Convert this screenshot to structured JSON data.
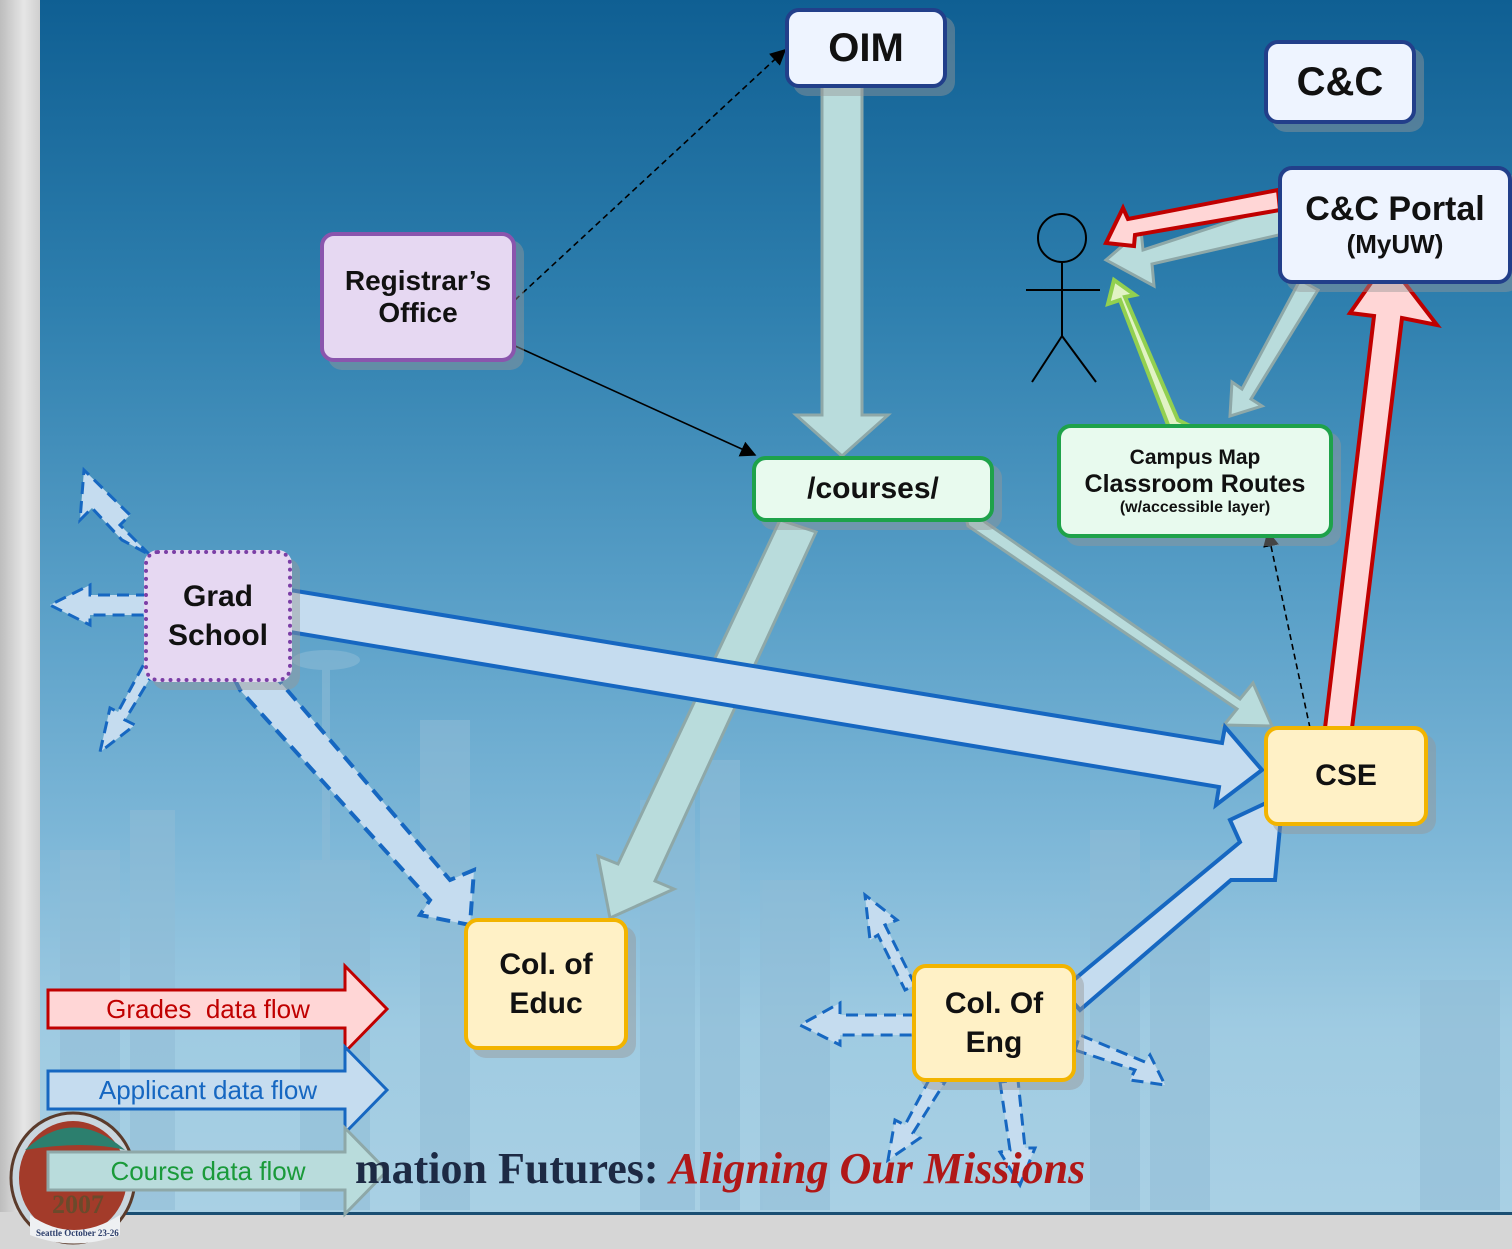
{
  "nodes": {
    "oim": "OIM",
    "cc": "C&C",
    "cc_portal": "C&C Portal",
    "cc_portal_sub": "(MyUW)",
    "registrar_line1": "Registrar’s",
    "registrar_line2": "Office",
    "courses": "/courses/",
    "campus_map_line1": "Campus Map",
    "campus_map_line2": "Classroom Routes",
    "campus_map_line3": "(w/accessible layer)",
    "grad_line1": "Grad",
    "grad_line2": "School",
    "cse": "CSE",
    "educ_line1": "Col. of",
    "educ_line2": "Educ",
    "eng_line1": "Col. Of",
    "eng_line2": "Eng"
  },
  "legend": {
    "grades": "Grades  data flow",
    "applicant": "Applicant data flow",
    "course": "Course data flow"
  },
  "footer": {
    "tagline_start": "mation Futures: ",
    "tagline_accent": "Aligning Our Missions",
    "logo_year": "2007",
    "logo_city": "Seattle October 23-26"
  },
  "colors": {
    "grades_fill": "#ffd6d6",
    "grades_stroke": "#c00000",
    "applicant_fill": "#c5dcef",
    "applicant_stroke": "#1667c1",
    "course_fill": "#b9dcdc",
    "course_stroke": "#8ea8a8",
    "green_arrow": "#92d050"
  }
}
